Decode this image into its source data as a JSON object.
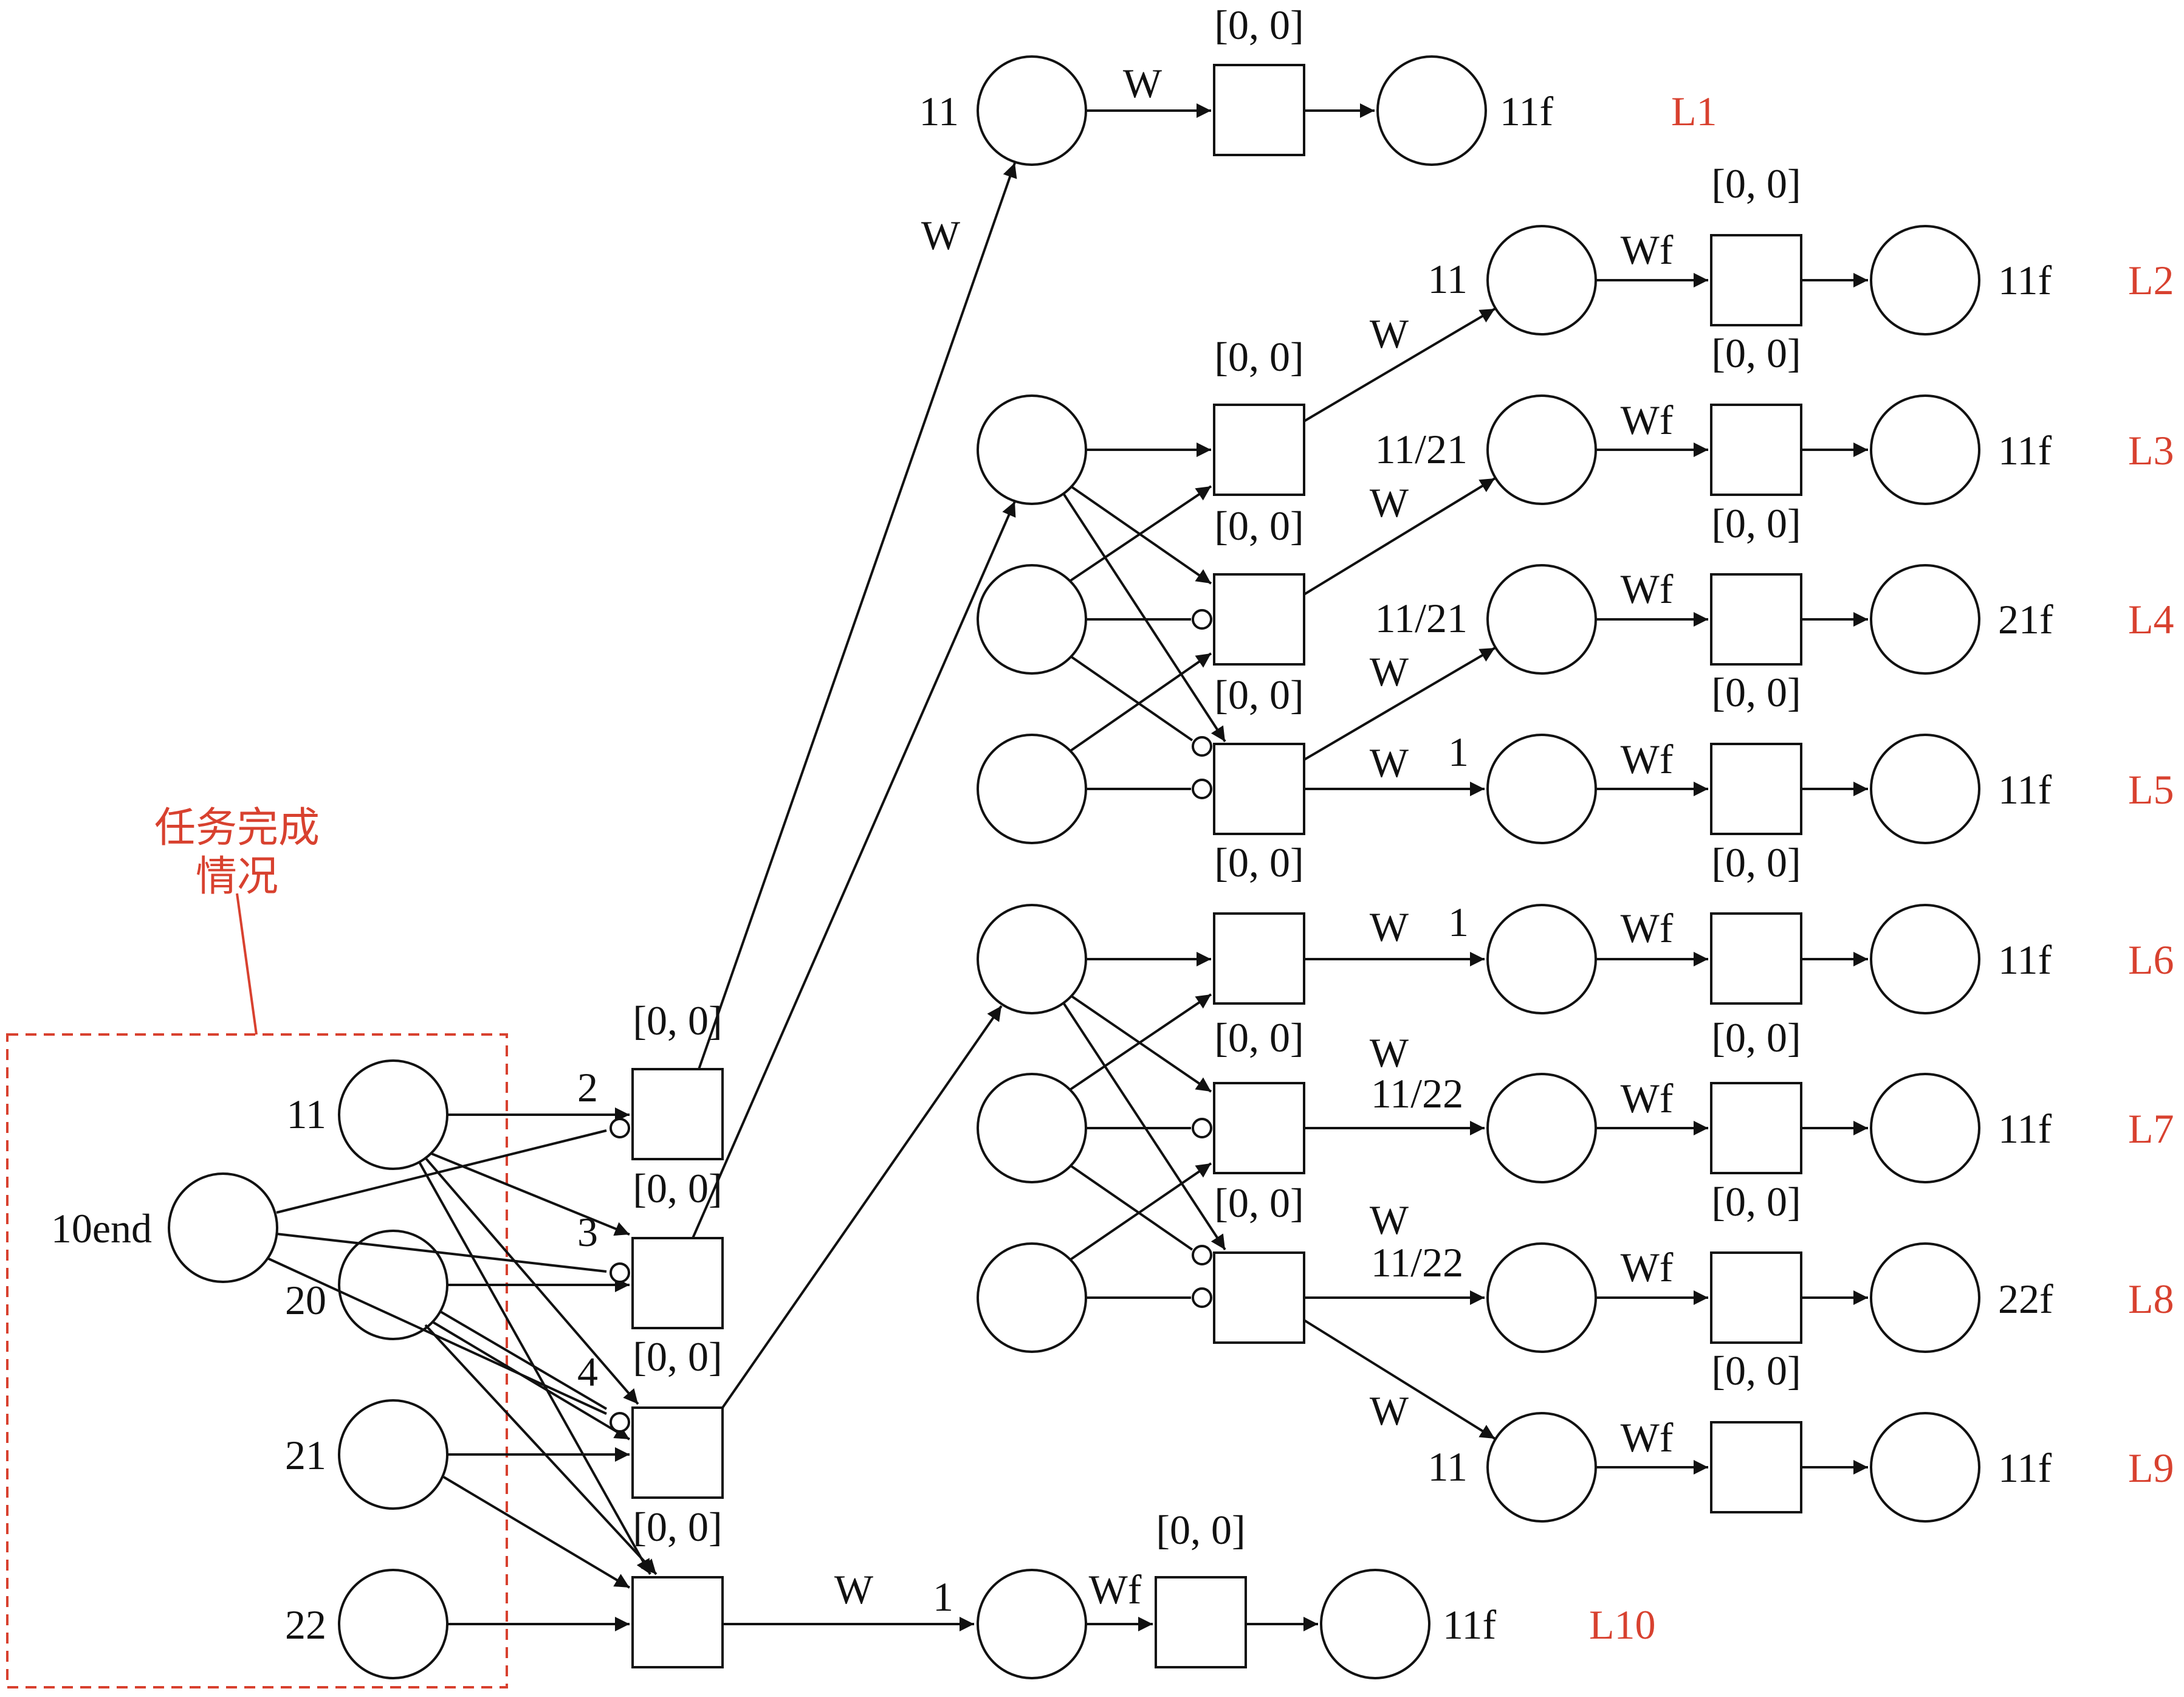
{
  "colors": {
    "stroke": "#111111",
    "accent": "#d8412f"
  },
  "annotation": {
    "line1": "任务完成",
    "line2": "情况"
  },
  "labels": {
    "w": "W",
    "wf": "Wf",
    "one": "1",
    "interval": "[0, 0]",
    "start": "10end",
    "p11": "11",
    "p20": "20",
    "p21": "21",
    "p22": "22",
    "p1121": "11/21",
    "p1122": "11/22",
    "out11f": "11f",
    "out21f": "21f",
    "out22f": "22f",
    "n2": "2",
    "n3": "3",
    "n4": "4"
  },
  "lines": [
    "L1",
    "L2",
    "L3",
    "L4",
    "L5",
    "L6",
    "L7",
    "L8",
    "L9",
    "L10"
  ]
}
